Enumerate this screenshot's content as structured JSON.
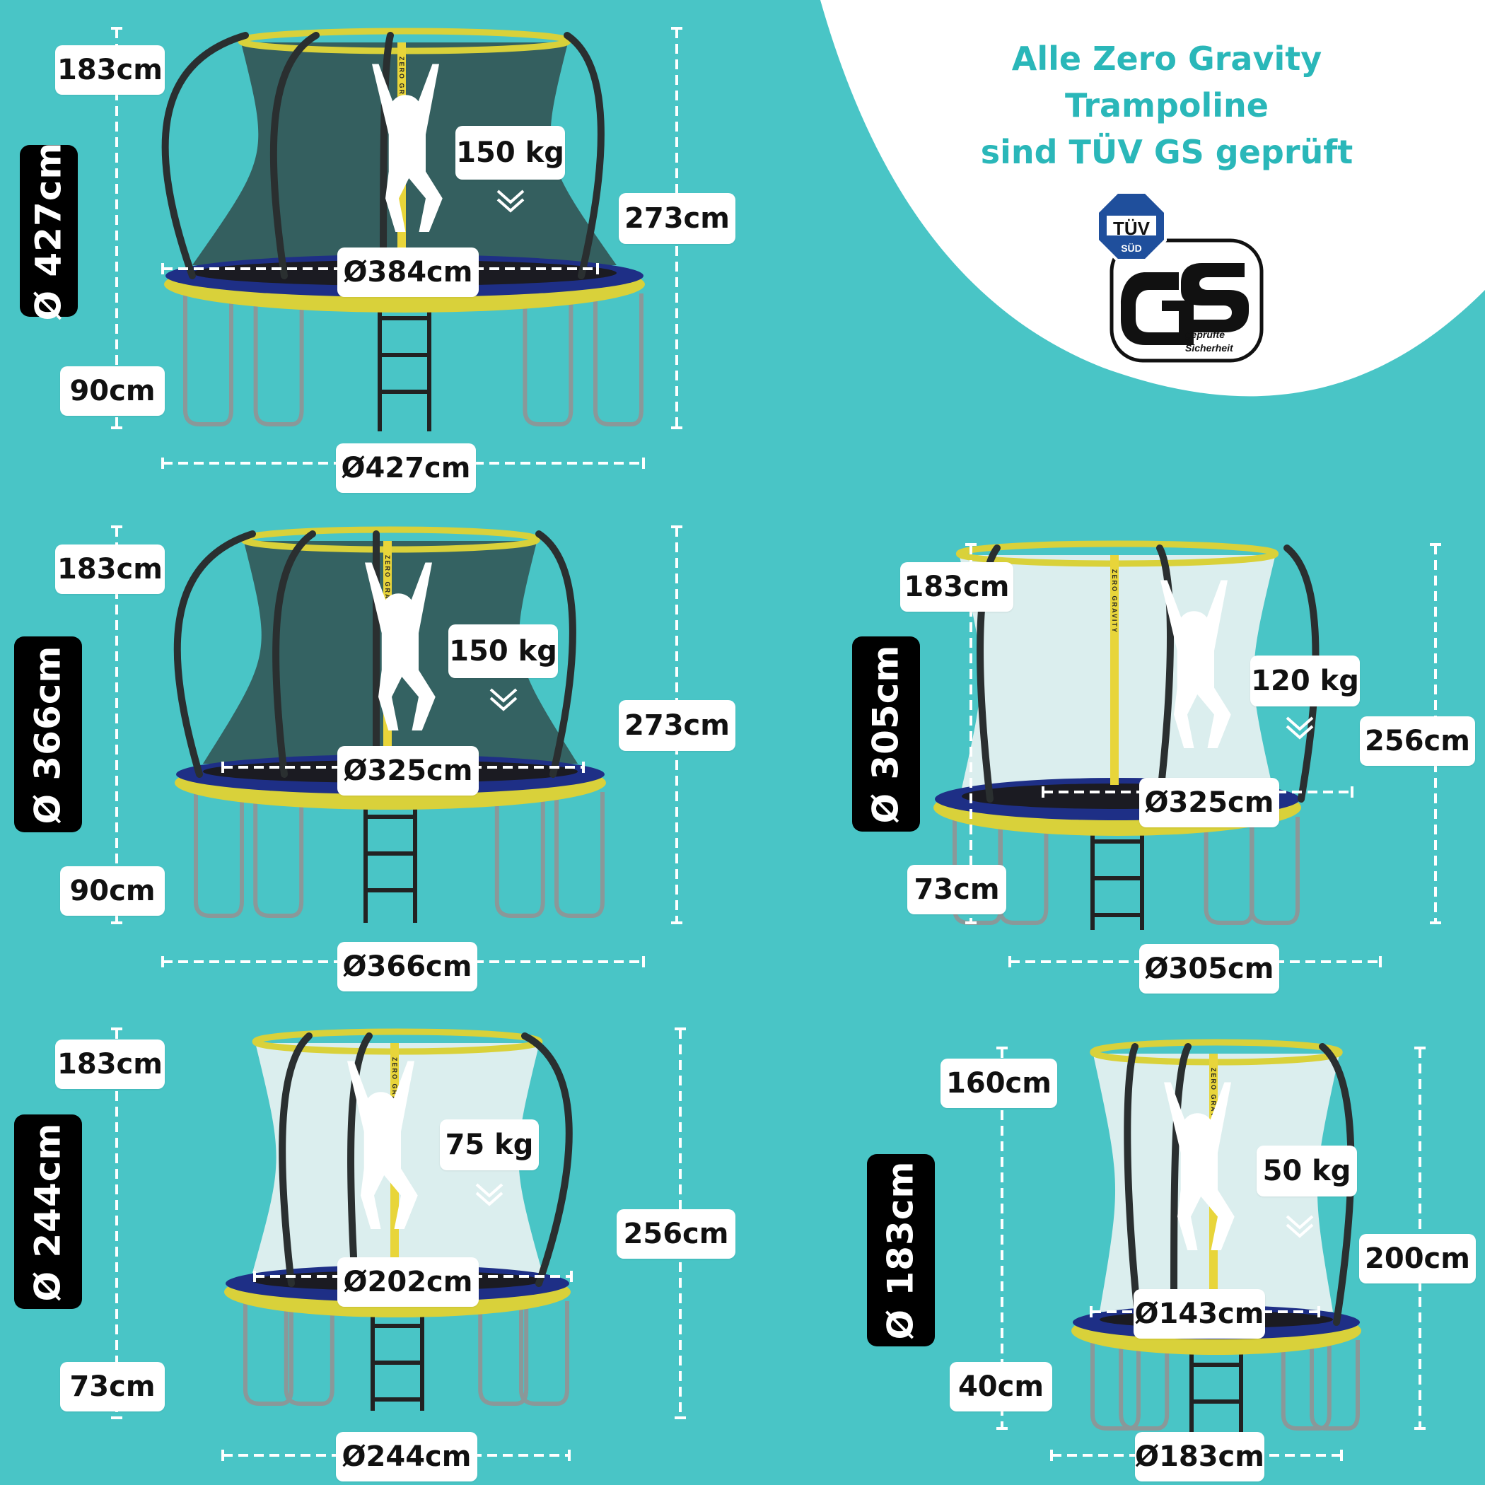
{
  "headline": {
    "line1": "Alle Zero Gravity",
    "line2": "Trampoline",
    "line3": "sind TÜV GS geprüft"
  },
  "certificate": {
    "tuv_top": "TÜV",
    "tuv_bottom": "SÜD",
    "gs_mark": "GS",
    "gs_caption_1": "geprüfte",
    "gs_caption_2": "Sicherheit"
  },
  "colors": {
    "background": "#49c5c6",
    "headline": "#2ab7b9",
    "frame_yellow": "#d9d13a",
    "pad_blue": "#1e2f86",
    "label_bg": "#ffffff",
    "size_tag_bg": "#000000"
  },
  "trampolines": [
    {
      "size": "Ø 427cm",
      "net_height": "183cm",
      "leg_height": "90cm",
      "total_height": "273cm",
      "jump_area": "Ø384cm",
      "frame_diameter": "Ø427cm",
      "max_weight": "150 kg",
      "brand": "ZERO GRAVITY"
    },
    {
      "size": "Ø 366cm",
      "net_height": "183cm",
      "leg_height": "90cm",
      "total_height": "273cm",
      "jump_area": "Ø325cm",
      "frame_diameter": "Ø366cm",
      "max_weight": "150 kg",
      "brand": "ZERO GRAVITY"
    },
    {
      "size": "Ø 305cm",
      "net_height": "183cm",
      "leg_height": "73cm",
      "total_height": "256cm",
      "jump_area": "Ø325cm",
      "frame_diameter": "Ø305cm",
      "max_weight": "120 kg",
      "brand": "ZERO GRAVITY"
    },
    {
      "size": "Ø 244cm",
      "net_height": "183cm",
      "leg_height": "73cm",
      "total_height": "256cm",
      "jump_area": "Ø202cm",
      "frame_diameter": "Ø244cm",
      "max_weight": "75 kg",
      "brand": "ZERO GRAVITY"
    },
    {
      "size": "Ø 183cm",
      "net_height": "160cm",
      "leg_height": "40cm",
      "total_height": "200cm",
      "jump_area": "Ø143cm",
      "frame_diameter": "Ø183cm",
      "max_weight": "50 kg",
      "brand": "ZERO GRAVITY"
    }
  ]
}
